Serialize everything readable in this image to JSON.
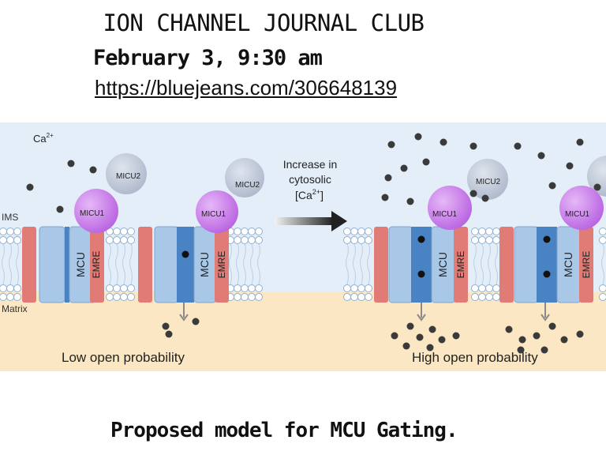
{
  "header": {
    "title": "ION CHANNEL JOURNAL CLUB",
    "date": "February 3, 9:30 am",
    "url": "https://bluejeans.com/306648139"
  },
  "diagram": {
    "ca_label": "Ca",
    "ca_charge": "2+",
    "ims_label": "IMS",
    "matrix_label": "Matrix",
    "arrow_text_1": "Increase in",
    "arrow_text_2": "cytosolic",
    "arrow_text_3": "[Ca",
    "arrow_text_3_sup": "2+",
    "arrow_text_3_end": "]",
    "micu1": "MICU1",
    "micu2": "MICU2",
    "mcu": "MCU",
    "emre": "EMRE",
    "left_state": "Low open probability",
    "right_state": "High open probability"
  },
  "caption": "Proposed model for MCU Gating.",
  "colors": {
    "membrane_bg": "#dfeaf5",
    "matrix_bg": "#fbe6bf",
    "red_subunit": "#e07b76",
    "blue_subunit": "#a9c8e8",
    "pore": "#4a83c3",
    "micu1": "#c77ee8",
    "micu2": "#b8c3d6",
    "ion": "#3a3a3a"
  }
}
